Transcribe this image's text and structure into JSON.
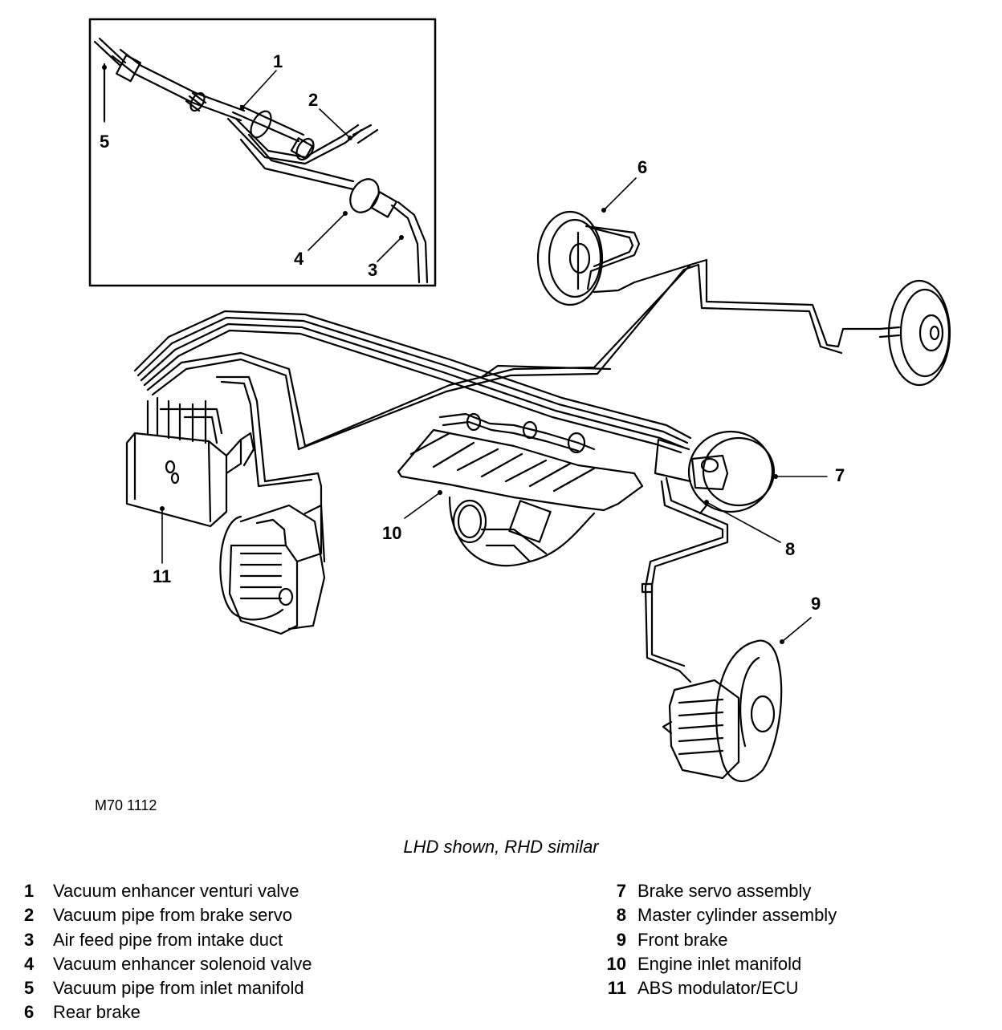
{
  "figure": {
    "id_label": "M70 1112",
    "caption": "LHD shown, RHD similar"
  },
  "callouts": [
    "1",
    "2",
    "3",
    "4",
    "5",
    "6",
    "7",
    "8",
    "9",
    "10",
    "11"
  ],
  "legend_left": [
    {
      "num": "1",
      "label": "Vacuum enhancer venturi valve"
    },
    {
      "num": "2",
      "label": "Vacuum pipe from brake servo"
    },
    {
      "num": "3",
      "label": "Air feed pipe from intake duct"
    },
    {
      "num": "4",
      "label": "Vacuum enhancer solenoid valve"
    },
    {
      "num": "5",
      "label": "Vacuum pipe from inlet manifold"
    },
    {
      "num": "6",
      "label": "Rear brake"
    }
  ],
  "legend_right": [
    {
      "num": "7",
      "label": "Brake servo assembly"
    },
    {
      "num": "8",
      "label": "Master cylinder assembly"
    },
    {
      "num": "9",
      "label": "Front brake"
    },
    {
      "num": "10",
      "label": "Engine inlet manifold"
    },
    {
      "num": "11",
      "label": "ABS modulator/ECU"
    }
  ]
}
